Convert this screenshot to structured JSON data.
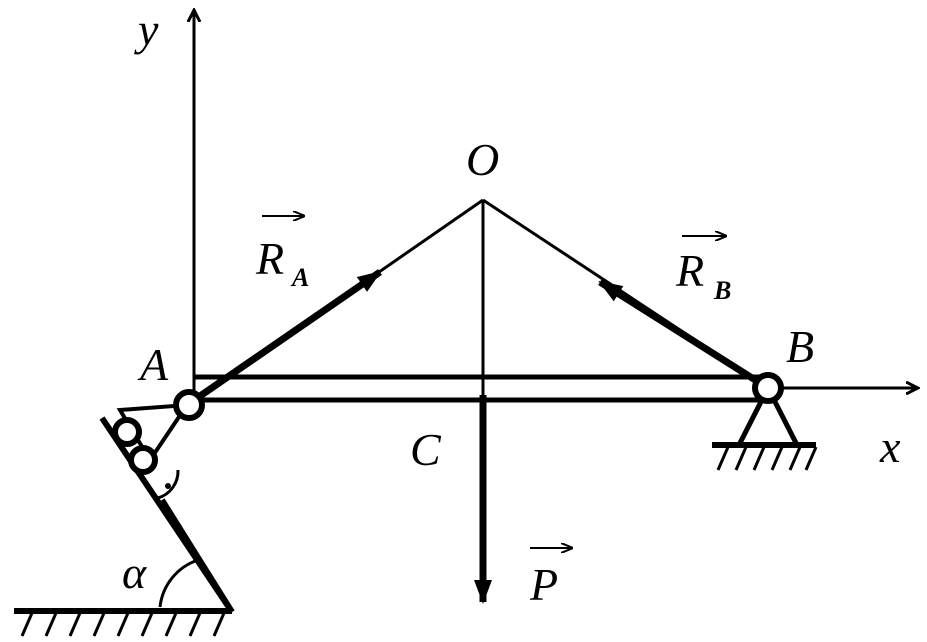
{
  "diagram": {
    "axes": {
      "x": "x",
      "y": "y"
    },
    "points": {
      "O": "O",
      "A": "A",
      "B": "B",
      "C": "C"
    },
    "forces": {
      "RA": {
        "symbol": "R",
        "subscript": "A"
      },
      "RB": {
        "symbol": "R",
        "subscript": "B"
      },
      "P": {
        "symbol": "P"
      }
    },
    "angle": "α"
  }
}
